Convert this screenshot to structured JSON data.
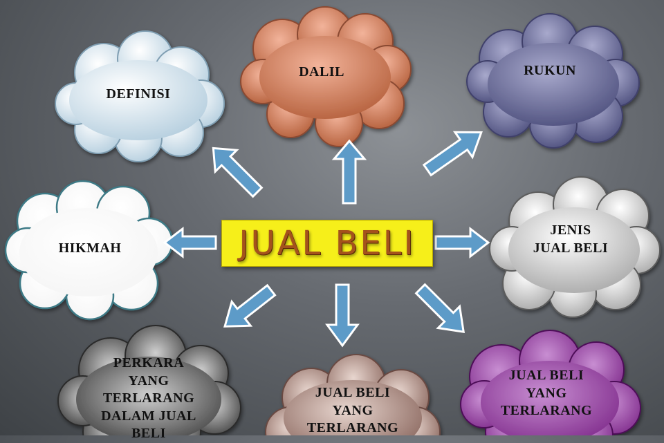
{
  "center": {
    "title": "JUAL BELI",
    "color": "#f6ef1a",
    "text_color": "#a4521c"
  },
  "nodes": [
    {
      "id": "definisi",
      "label": "DEFINISI",
      "fill": "#c9dbe6"
    },
    {
      "id": "dalil",
      "label": "DALIL",
      "fill": "#c77a5a"
    },
    {
      "id": "rukun",
      "label": "RUKUN",
      "fill": "#6e6f9a"
    },
    {
      "id": "hikmah",
      "label": "HIKMAH",
      "fill": "#ffffff"
    },
    {
      "id": "jenis",
      "label": "JENIS\nJUAL BELI",
      "fill": "#d4d4d4"
    },
    {
      "id": "perkara",
      "label": "PERKARA\nYANG\nTERLARANG\nDALAM JUAL\nBELI",
      "fill": "#5e5e5e"
    },
    {
      "id": "jual-beli-terlarang-1",
      "label": "JUAL BELI\nYANG\nTERLARANG",
      "fill": "#9a7e76"
    },
    {
      "id": "jual-beli-terlarang-2",
      "label": "JUAL BELI\nYANG\nTERLARANG",
      "fill": "#8f3a9a"
    }
  ],
  "arrow_color": "#5d9bc8"
}
